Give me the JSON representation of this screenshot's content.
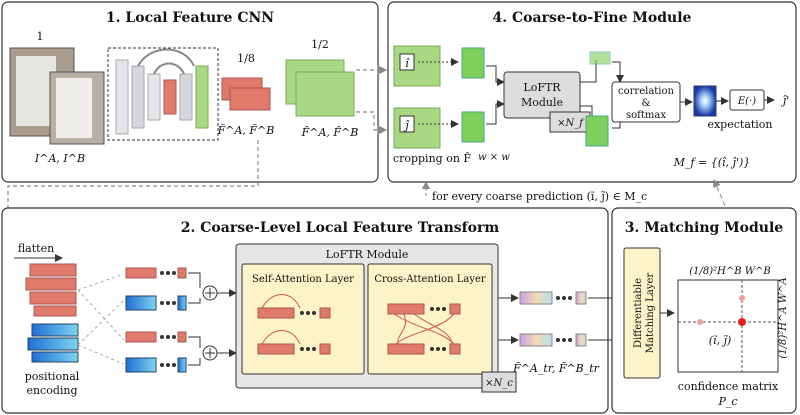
{
  "panel1": {
    "title": "1. Local Feature CNN",
    "image_count": "1",
    "image_label": "I^A, I^B",
    "scale_coarse": "1/8",
    "scale_fine": "1/2",
    "coarse_label": "F̃^A, F̃^B",
    "fine_label": "F̂^A, F̂^B"
  },
  "panel4": {
    "title": "4. Coarse-to-Fine Module",
    "i_hat": "î",
    "j_hat": "ĵ",
    "loftr_module": [
      "LoFTR",
      "Module"
    ],
    "times_nf": "×N_f",
    "window": "w × w",
    "cropping": "cropping on F̂",
    "correlation": [
      "correlation",
      "&",
      "softmax"
    ],
    "expectation_op": "E(·)",
    "output": "ĵ'",
    "expectation": "expectation",
    "mf": "M_f = {(î, ĵ')}"
  },
  "link_text": "for every coarse prediction (ĩ, j̃) ∈ M_c",
  "panel2": {
    "title": "2. Coarse-Level Local Feature Transform",
    "flatten": "flatten",
    "positional": [
      "positional",
      "encoding"
    ],
    "loftr_module": "LoFTR Module",
    "self_attention": "Self-Attention Layer",
    "cross_attention": "Cross-Attention Layer",
    "times_nc": "×N_c",
    "output_label": "F̃^A_tr, F̃^B_tr"
  },
  "panel3": {
    "title": "3. Matching Module",
    "matching_layer": [
      "Differentiable",
      "Matching Layer"
    ],
    "top_dim": "(1/8)²H^B W^B",
    "side_dim": "(1/8)²H^A W^A",
    "match_label": "(ĩ, j̃)",
    "confidence": "confidence matrix",
    "pc": "P_c"
  },
  "colors": {
    "red": "#e07a6a",
    "green": "#a8d982",
    "blue": "#3b8fe0",
    "panel_fill": "#f2f2f2",
    "yellow": "#fdf3c8"
  }
}
